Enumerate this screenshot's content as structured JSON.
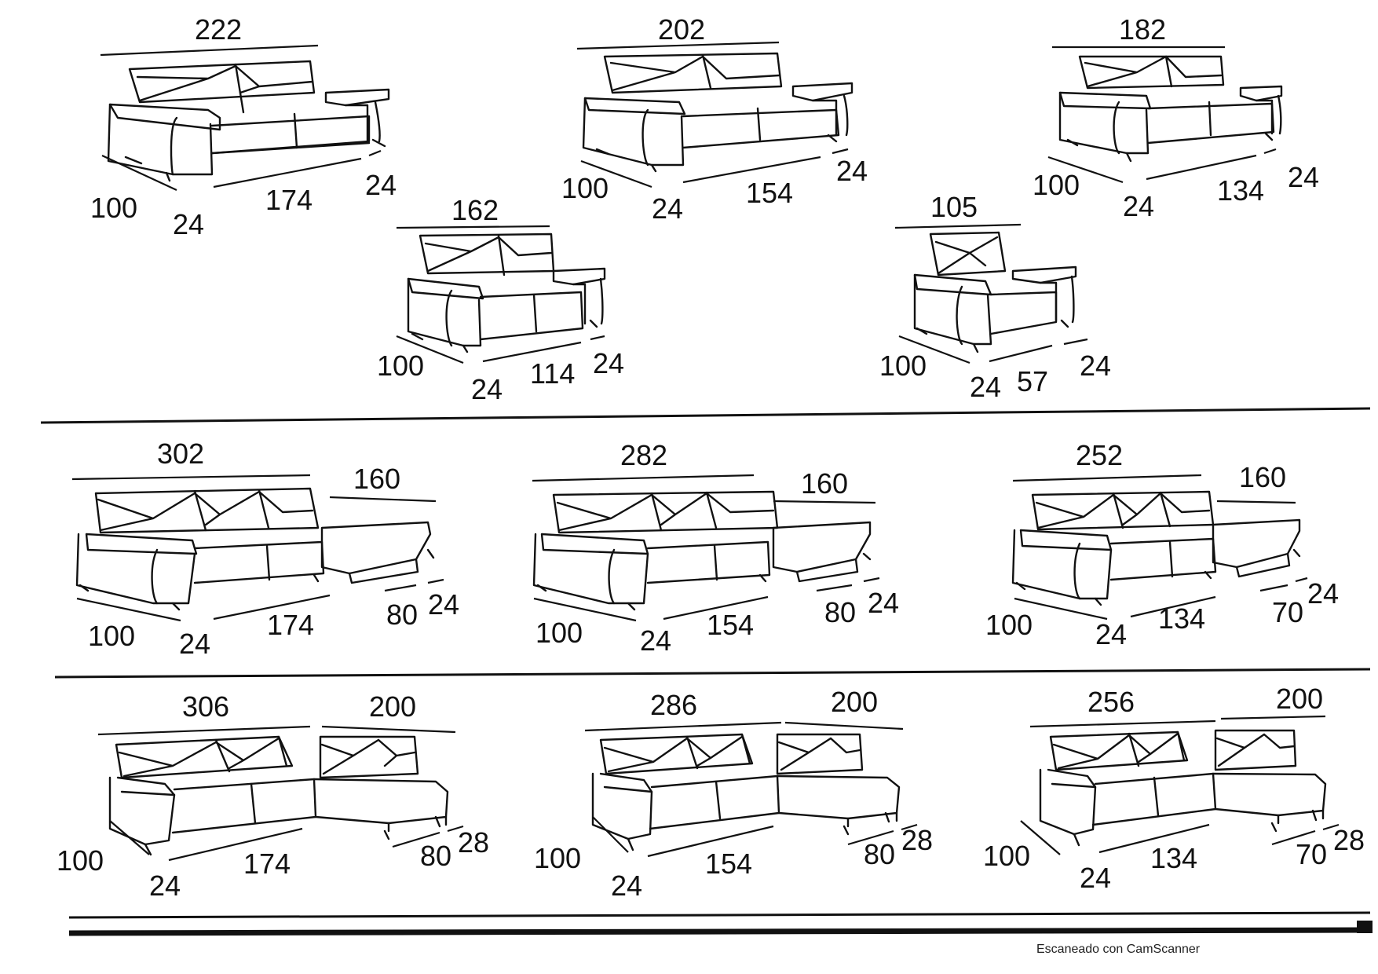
{
  "models": {
    "m1": {
      "top": "222",
      "dims": [
        "100",
        "24",
        "174",
        "24"
      ]
    },
    "m2": {
      "top": "202",
      "dims": [
        "100",
        "24",
        "154",
        "24"
      ]
    },
    "m3": {
      "top": "182",
      "dims": [
        "100",
        "24",
        "134",
        "24"
      ]
    },
    "m4": {
      "top": "162",
      "dims": [
        "100",
        "24",
        "114",
        "24"
      ]
    },
    "m5": {
      "top": "105",
      "dims": [
        "100",
        "24",
        "57",
        "24"
      ]
    },
    "c1": {
      "top": "302",
      "chaise": "160",
      "dims": [
        "100",
        "24",
        "174",
        "80",
        "24"
      ]
    },
    "c2": {
      "top": "282",
      "chaise": "160",
      "dims": [
        "100",
        "24",
        "154",
        "80",
        "24"
      ]
    },
    "c3": {
      "top": "252",
      "chaise": "160",
      "dims": [
        "100",
        "24",
        "134",
        "70",
        "24"
      ]
    },
    "r1": {
      "top": "306",
      "corner": "200",
      "dims": [
        "100",
        "24",
        "174",
        "80",
        "28"
      ]
    },
    "r2": {
      "top": "286",
      "corner": "200",
      "dims": [
        "100",
        "24",
        "154",
        "80",
        "28"
      ]
    },
    "r3": {
      "top": "256",
      "corner": "200",
      "dims": [
        "100",
        "24",
        "134",
        "70",
        "28"
      ]
    }
  },
  "footer": "Escaneado con CamScanner",
  "colors": {
    "ink": "#111111",
    "paper": "#ffffff"
  }
}
